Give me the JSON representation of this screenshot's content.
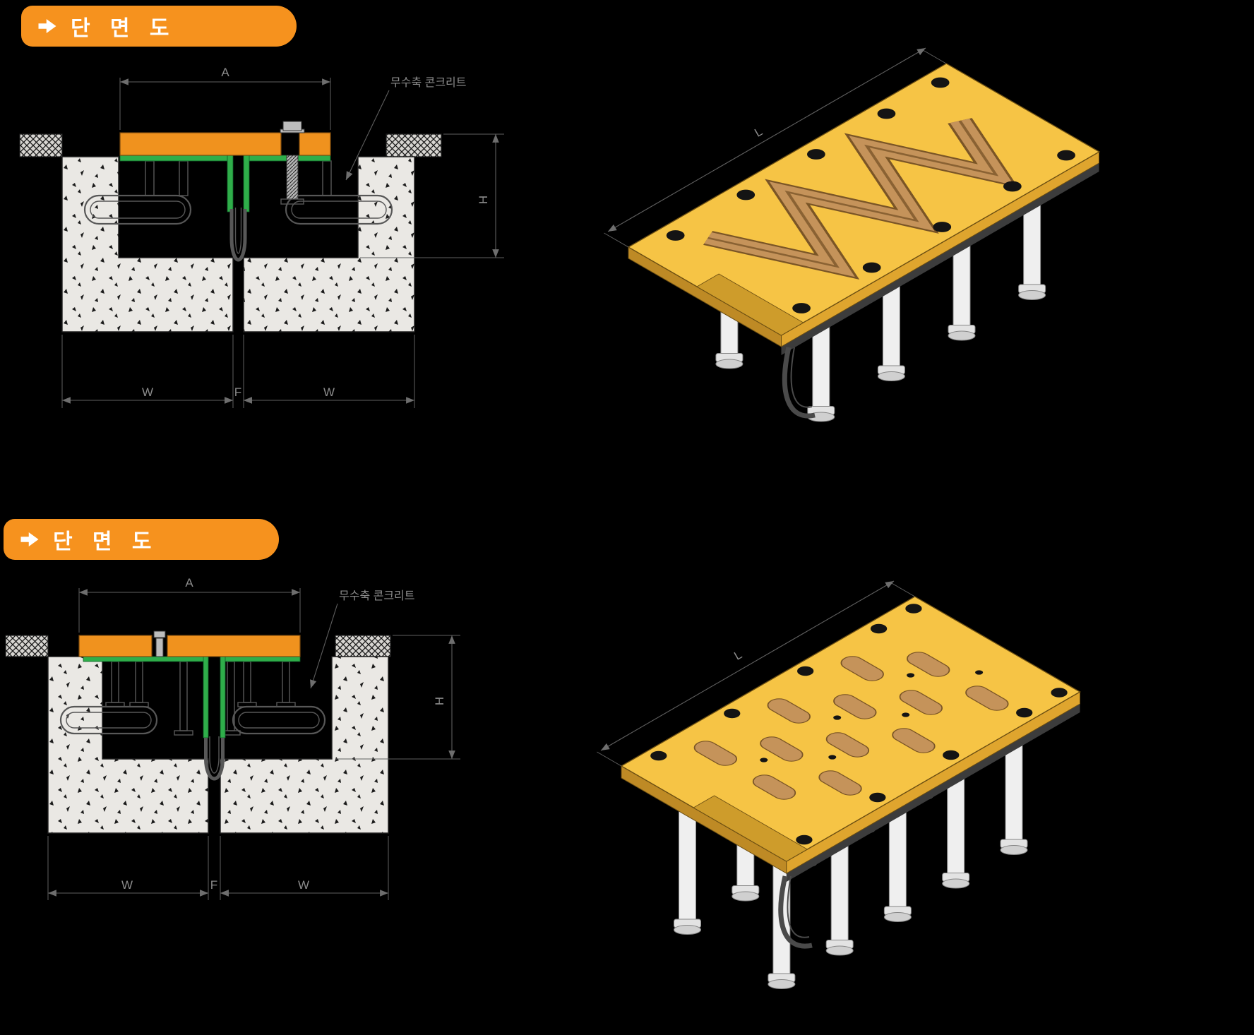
{
  "sections": [
    {
      "banner": {
        "label": "단 면 도"
      },
      "drawing": {
        "dim_a": "A",
        "dim_h": "H",
        "dim_w_left": "W",
        "dim_f": "F",
        "dim_w_right": "W",
        "annotation": "무수축 콘크리트"
      },
      "iso": {
        "dim_l": "L"
      }
    },
    {
      "banner": {
        "label": "단 면 도"
      },
      "drawing": {
        "dim_a": "A",
        "dim_h": "H",
        "dim_w_left": "W",
        "dim_f": "F",
        "dim_w_right": "W",
        "annotation": "무수축 콘크리트"
      },
      "iso": {
        "dim_l": "L"
      }
    }
  ],
  "colors": {
    "background": "#000000",
    "banner": "#F6921E",
    "top_plate_section": "#F0921E",
    "iso_plate": "#F6C445",
    "groove": "#C5935A",
    "green_angle": "#2FAE4A",
    "concrete": "#EAE8E4"
  }
}
